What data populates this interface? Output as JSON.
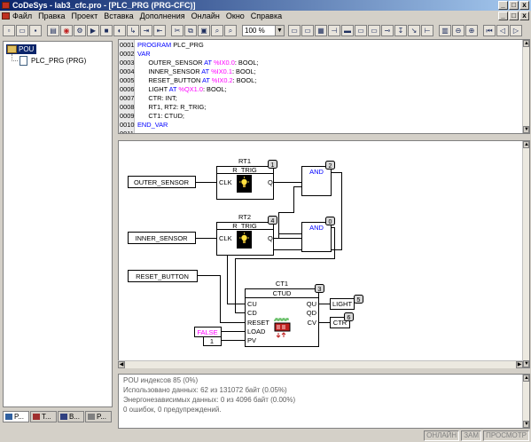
{
  "window": {
    "title": "CoDeSys - lab3_cfc.pro - [PLC_PRG (PRG-CFC)]",
    "buttons": [
      "_",
      "□",
      "x"
    ],
    "child_buttons": [
      "_",
      "□",
      "x"
    ]
  },
  "menu": [
    "Файл",
    "Правка",
    "Проект",
    "Вставка",
    "Дополнения",
    "Онлайн",
    "Окно",
    "Справка"
  ],
  "toolbar": {
    "zoom_value": "100 %"
  },
  "project_tree": {
    "root_label": "POU",
    "child_label": "PLC_PRG (PRG)"
  },
  "bottom_tabs": [
    "P...",
    "T...",
    "B...",
    "P..."
  ],
  "declaration": {
    "lines": [
      {
        "num": "0001",
        "parts": [
          {
            "t": "PROGRAM",
            "c": "kw"
          },
          {
            "t": " PLC_PRG",
            "c": ""
          }
        ]
      },
      {
        "num": "0002",
        "parts": [
          {
            "t": "VAR",
            "c": "kw"
          }
        ]
      },
      {
        "num": "0003",
        "parts": [
          {
            "t": "      OUTER_SENSOR ",
            "c": ""
          },
          {
            "t": "AT",
            "c": "kw"
          },
          {
            "t": " %IX0.0",
            "c": "addr"
          },
          {
            "t": ": BOOL;",
            "c": ""
          }
        ]
      },
      {
        "num": "0004",
        "parts": [
          {
            "t": "      INNER_SENSOR ",
            "c": ""
          },
          {
            "t": "AT",
            "c": "kw"
          },
          {
            "t": " %IX0.1",
            "c": "addr"
          },
          {
            "t": ": BOOL;",
            "c": ""
          }
        ]
      },
      {
        "num": "0005",
        "parts": [
          {
            "t": "      RESET_BUTTON ",
            "c": ""
          },
          {
            "t": "AT",
            "c": "kw"
          },
          {
            "t": " %IX0.2",
            "c": "addr"
          },
          {
            "t": ": BOOL;",
            "c": ""
          }
        ]
      },
      {
        "num": "0006",
        "parts": [
          {
            "t": "      LIGHT ",
            "c": ""
          },
          {
            "t": "AT",
            "c": "kw"
          },
          {
            "t": " %QX1.0",
            "c": "addr"
          },
          {
            "t": ": BOOL;",
            "c": ""
          }
        ]
      },
      {
        "num": "0007",
        "parts": [
          {
            "t": "      CTR: INT;",
            "c": ""
          }
        ]
      },
      {
        "num": "0008",
        "parts": [
          {
            "t": "      RT1, RT2: R_TRIG;",
            "c": ""
          }
        ]
      },
      {
        "num": "0009",
        "parts": [
          {
            "t": "      CT1: CTUD;",
            "c": ""
          }
        ]
      },
      {
        "num": "0010",
        "parts": [
          {
            "t": "END_VAR",
            "c": "kw"
          }
        ]
      },
      {
        "num": "0011",
        "parts": []
      }
    ]
  },
  "cfc": {
    "inputs": {
      "outer": "OUTER_SENSOR",
      "inner": "INNER_SENSOR",
      "reset": "RESET_BUTTON",
      "false": "FALSE",
      "pv": "1"
    },
    "rt1": {
      "instance": "RT1",
      "type": "R_TRIG",
      "in": "CLK",
      "out": "Q",
      "order": "1"
    },
    "rt2": {
      "instance": "RT2",
      "type": "R_TRIG",
      "in": "CLK",
      "out": "Q",
      "order": "4"
    },
    "and1": {
      "type": "AND",
      "order": "2"
    },
    "and2": {
      "type": "AND",
      "order": "0"
    },
    "ct1": {
      "instance": "CT1",
      "type": "CTUD",
      "inputs": [
        "CU",
        "CD",
        "RESET",
        "LOAD",
        "PV"
      ],
      "outputs": [
        "QU",
        "QD",
        "CV"
      ],
      "order": "3"
    },
    "outputs": {
      "light": "LIGHT",
      "light_order": "5",
      "ctr": "CTR",
      "ctr_order": "6"
    }
  },
  "messages": [
    "POU индексов 85 (0%)",
    "Использовано данных: 62 из 131072 байт (0.05%)",
    "Энергонезависимых данных: 0 из 4096 байт (0.00%)",
    "0 ошибок, 0 предупреждений."
  ],
  "status": [
    "ОНЛАЙН",
    "ЗАМ",
    "ПРОСМОТР"
  ],
  "colors": {
    "keyword": "#0000ff",
    "address": "#ff00ff",
    "selection": "#0a246a",
    "title_start": "#0a246a",
    "title_end": "#a6caf0"
  }
}
